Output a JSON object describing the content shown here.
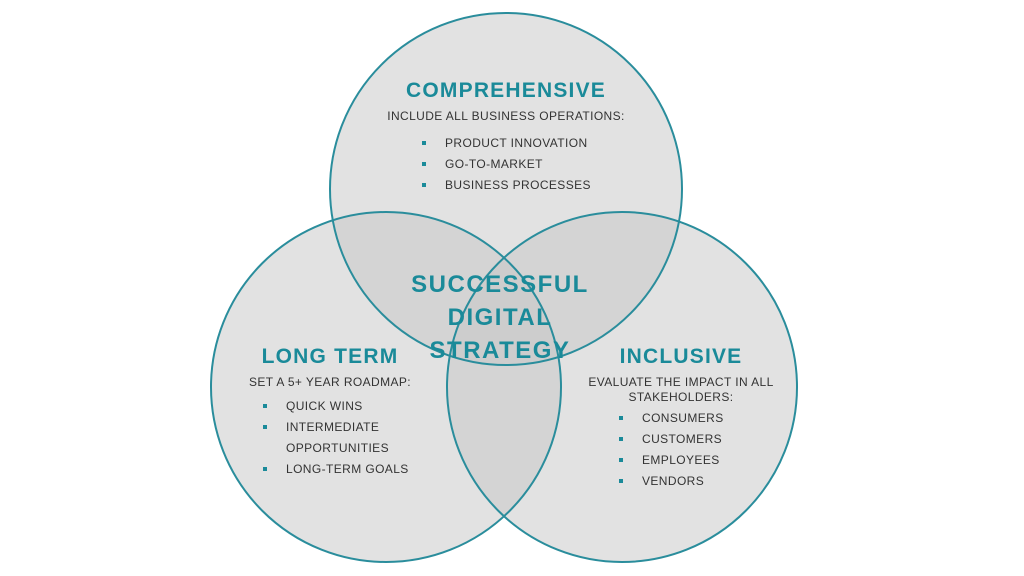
{
  "colors": {
    "accent": "#1a8a99",
    "circle_stroke": "#2a8d9c",
    "circle_fill": "#c6c6c6",
    "text": "#333333"
  },
  "venn": {
    "center_label": [
      "SUCCESSFUL",
      "DIGITAL",
      "STRATEGY"
    ],
    "sets": [
      {
        "id": "comprehensive",
        "title": "COMPREHENSIVE",
        "subtitle": [
          "INCLUDE ALL BUSINESS OPERATIONS:"
        ],
        "items": [
          "PRODUCT INNOVATION",
          "GO-TO-MARKET",
          "BUSINESS PROCESSES"
        ]
      },
      {
        "id": "long-term",
        "title": "LONG TERM",
        "subtitle": [
          "SET A 5+ YEAR ROADMAP:"
        ],
        "items": [
          [
            "QUICK WINS"
          ],
          [
            "INTERMEDIATE",
            "OPPORTUNITIES"
          ],
          [
            "LONG-TERM GOALS"
          ]
        ]
      },
      {
        "id": "inclusive",
        "title": "INCLUSIVE",
        "subtitle": [
          "EVALUATE THE IMPACT IN ALL",
          "STAKEHOLDERS:"
        ],
        "items": [
          "CONSUMERS",
          "CUSTOMERS",
          "EMPLOYEES",
          "VENDORS"
        ]
      }
    ]
  }
}
